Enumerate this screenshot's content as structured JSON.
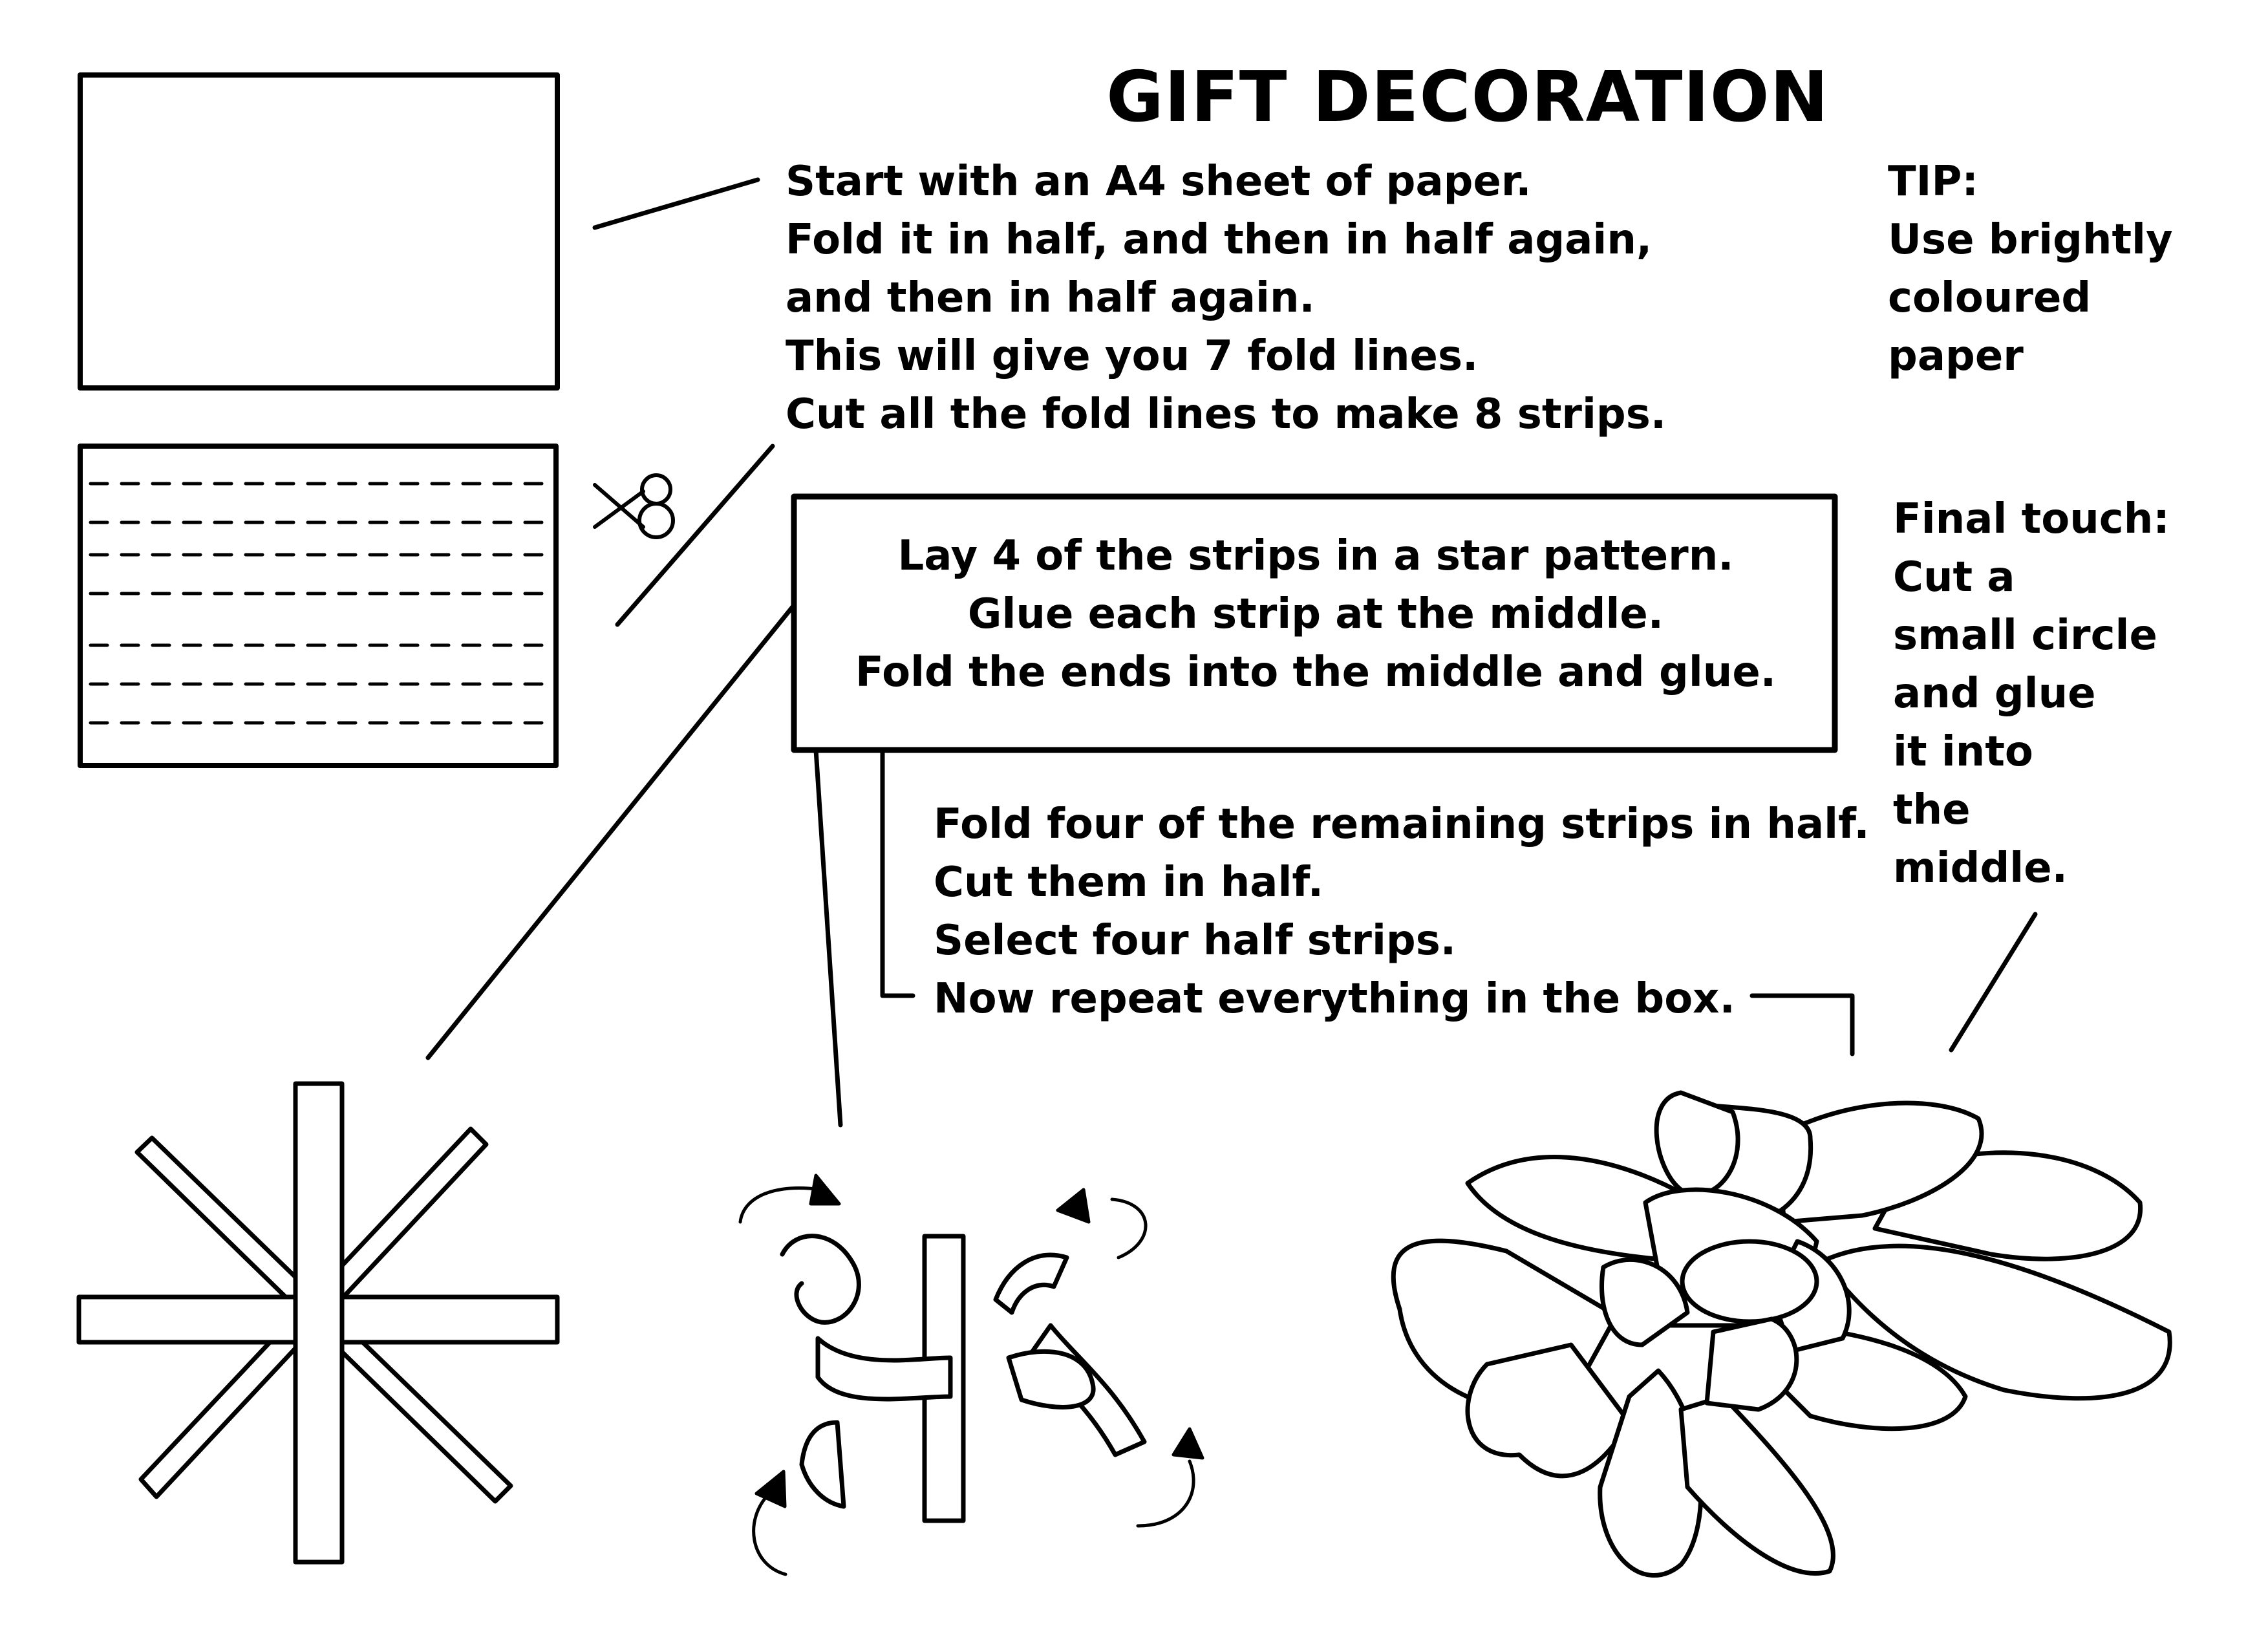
{
  "title": "GIFT DECORATION",
  "multiplier_mark": "×8",
  "step1_lines": [
    "Start with an A4 sheet of paper.",
    "Fold it in half, and then in half again,",
    "and then in half again.",
    "This will give you 7 fold lines.",
    "Cut all the fold lines to make 8 strips."
  ],
  "tip_lines": [
    "TIP:",
    "Use brightly",
    "coloured",
    "paper"
  ],
  "box_lines": [
    "Lay 4 of the strips in a star pattern.",
    "Glue each strip at the middle.",
    "Fold the ends into the middle and glue."
  ],
  "step3_lines": [
    "Fold four of the remaining strips in half.",
    "Cut them in half.",
    "Select four half strips.",
    "Now repeat everything in the box."
  ],
  "final_lines": [
    "Final touch:",
    "Cut a",
    "small circle",
    "and glue",
    "it into",
    "the",
    "middle."
  ],
  "colors": {
    "ink": "#000000",
    "paper": "#ffffff"
  },
  "illustrations": {
    "sheet": "a4-sheet",
    "strips": "folded-strips",
    "star": "star-pattern",
    "folding": "folding-ends",
    "bow": "finished-bow"
  }
}
